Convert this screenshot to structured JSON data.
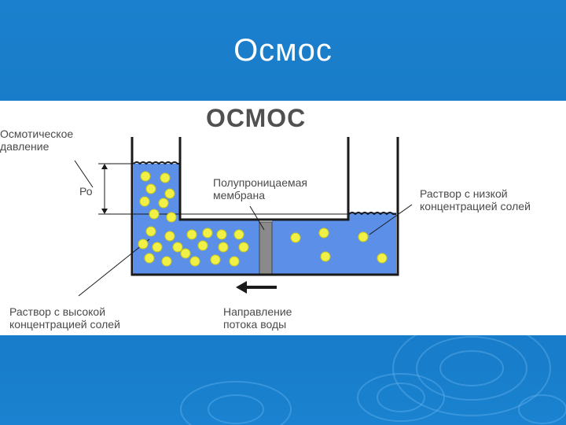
{
  "slide": {
    "title": "Осмос"
  },
  "diagram": {
    "title": "ОСМОС",
    "labels": {
      "osmotic_pressure": "Осмотическое\nдавление",
      "po": "Ро",
      "membrane": "Полупроницаемая\nмембрана",
      "low_concentration": "Раствор с низкой\nконцентрацией солей",
      "high_concentration": "Раствор с высокой\nконцентрацией солей",
      "flow_direction": "Направление\nпотока воды"
    },
    "colors": {
      "water": "#5b8fe8",
      "particle": "#f0f046",
      "membrane": "#8a8a8a",
      "wall": "#1a1a1a",
      "background": "#1a7ecb"
    }
  }
}
